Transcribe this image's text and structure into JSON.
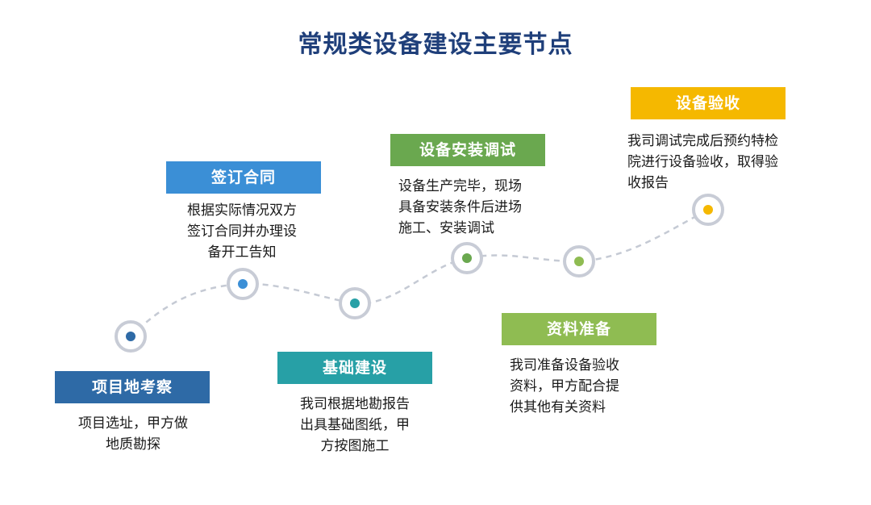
{
  "title": "常规类设备建设主要节点",
  "steps": [
    {
      "label": "项目地考察",
      "color": "#2e6aa6",
      "lines": [
        "项目选址，甲方做",
        "地质勘探"
      ]
    },
    {
      "label": "签订合同",
      "color": "#3b8fd6",
      "lines": [
        "根据实际情况双方",
        "签订合同并办理设",
        "备开工告知"
      ]
    },
    {
      "label": "基础建设",
      "color": "#27a0a6",
      "lines": [
        "我司根据地勘报告",
        "出具基础图纸，甲",
        "方按图施工"
      ]
    },
    {
      "label": "设备安装调试",
      "color": "#6aa84f",
      "lines": [
        "设备生产完毕，现场",
        "具备安装条件后进场",
        "施工、安装调试"
      ]
    },
    {
      "label": "资料准备",
      "color": "#8fbc52",
      "lines": [
        "我司准备设备验收",
        "资料，甲方配合提",
        "供其他有关资料"
      ]
    },
    {
      "label": "设备验收",
      "color": "#f5b800",
      "lines": [
        "我司调试完成后预约特检",
        "院进行设备验收，取得验",
        "收报告"
      ]
    }
  ]
}
